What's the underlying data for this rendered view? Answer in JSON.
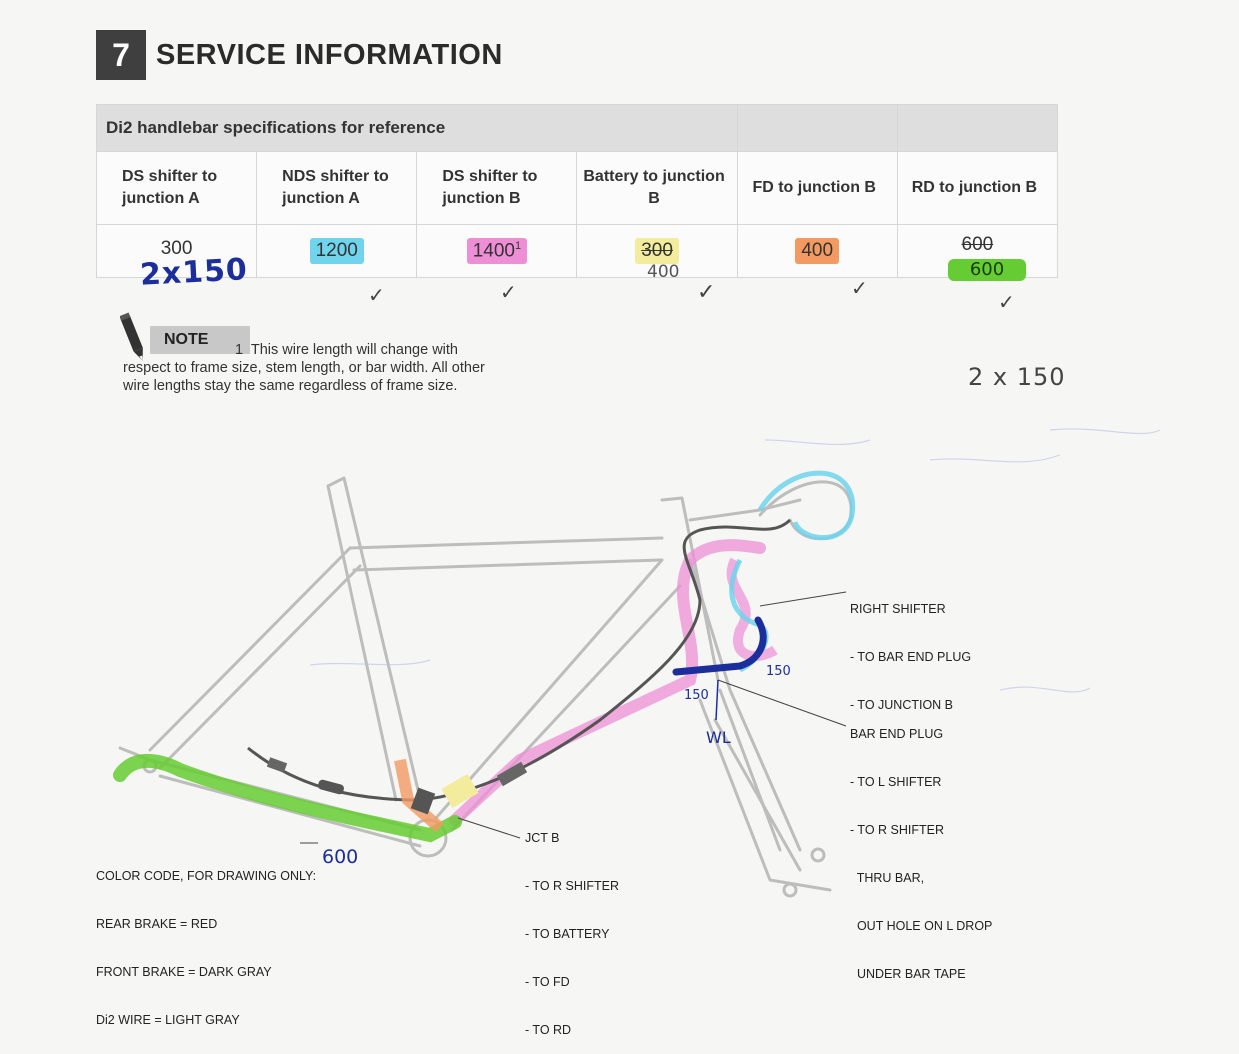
{
  "section": {
    "number": "7",
    "title": "SERVICE INFORMATION"
  },
  "spec_table": {
    "title": "Di2 handlebar specifications for reference",
    "columns": [
      {
        "header": "DS shifter to junction A",
        "value": "300"
      },
      {
        "header": "NDS shifter to junction A",
        "value": "1200"
      },
      {
        "header": "DS shifter to junction B",
        "value": "1400",
        "footnote": "1"
      },
      {
        "header": "Battery to junction B",
        "value": "300"
      },
      {
        "header": "FD to junction B",
        "value": "400"
      },
      {
        "header": "RD to junction B",
        "value": "600"
      }
    ]
  },
  "handwriting": {
    "ds_a_note": "2x150",
    "battery_note": "400",
    "rd_note": "600",
    "check": "✓",
    "right_note": "2 x 150",
    "bar_150_left": "150",
    "bar_150_right": "150",
    "wl": "WL",
    "rear_600": "600"
  },
  "note": {
    "label": "NOTE",
    "footnote_num": "1",
    "text_first": "This wire length will change with",
    "text_rest": "respect to frame size, stem length, or bar width. All other wire lengths stay the same regardless of frame size."
  },
  "callouts": {
    "right_shifter": [
      "RIGHT SHIFTER",
      "- TO BAR END PLUG",
      "- TO JUNCTION B"
    ],
    "bar_end_plug": [
      "BAR END PLUG",
      "- TO L SHIFTER",
      "- TO R SHIFTER",
      "  THRU BAR,",
      "  OUT HOLE ON L DROP",
      "  UNDER BAR TAPE"
    ],
    "jct_b": [
      "JCT B",
      "- TO R SHIFTER",
      "- TO BATTERY",
      "- TO FD",
      "- TO RD"
    ],
    "color_code": [
      "COLOR CODE, FOR DRAWING ONLY:",
      "REAR BRAKE = RED",
      "FRONT BRAKE = DARK GRAY",
      "Di2 WIRE = LIGHT GRAY"
    ]
  },
  "colors": {
    "header_bg": "#dedede",
    "number_box": "#3f3f3f",
    "cyan_highlight": "#6fd4ec",
    "pink_highlight": "#ee8fd6",
    "yellow_highlight": "#f2ec9c",
    "orange_highlight": "#f39a62",
    "green_highlight": "#66cc33",
    "pen_blue": "#1c2e9c"
  }
}
